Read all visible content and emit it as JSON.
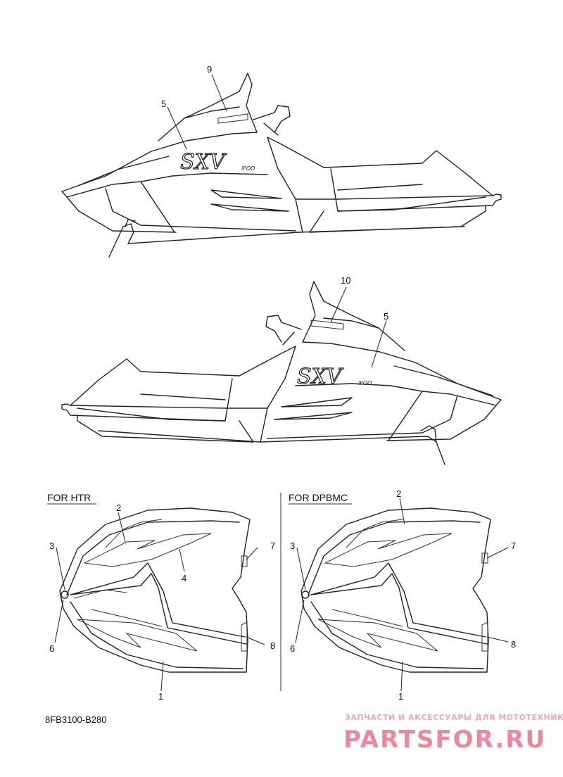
{
  "callouts": {
    "top": {
      "n9": "9",
      "n5": "5"
    },
    "middle": {
      "n10": "10",
      "n5": "5"
    },
    "htr": {
      "n2": "2",
      "n3": "3",
      "n4": "4",
      "n7": "7",
      "n8": "8",
      "n6": "6",
      "n1": "1"
    },
    "dpbmc": {
      "n2": "2",
      "n3": "3",
      "n7": "7",
      "n8": "8",
      "n6": "6",
      "n1": "1"
    }
  },
  "sections": {
    "htr": "FOR HTR",
    "dpbmc": "FOR DPBMC"
  },
  "decal_logo": {
    "main": "SXV",
    "sub": "iFOO"
  },
  "diagram_code": "8FB3100-B280",
  "watermark": {
    "tagline": "ЗАПЧАСТИ И АКСЕССУАРЫ ДЛЯ МОТОТЕХНИКИ",
    "brand": "PARTSFOR.RU"
  }
}
